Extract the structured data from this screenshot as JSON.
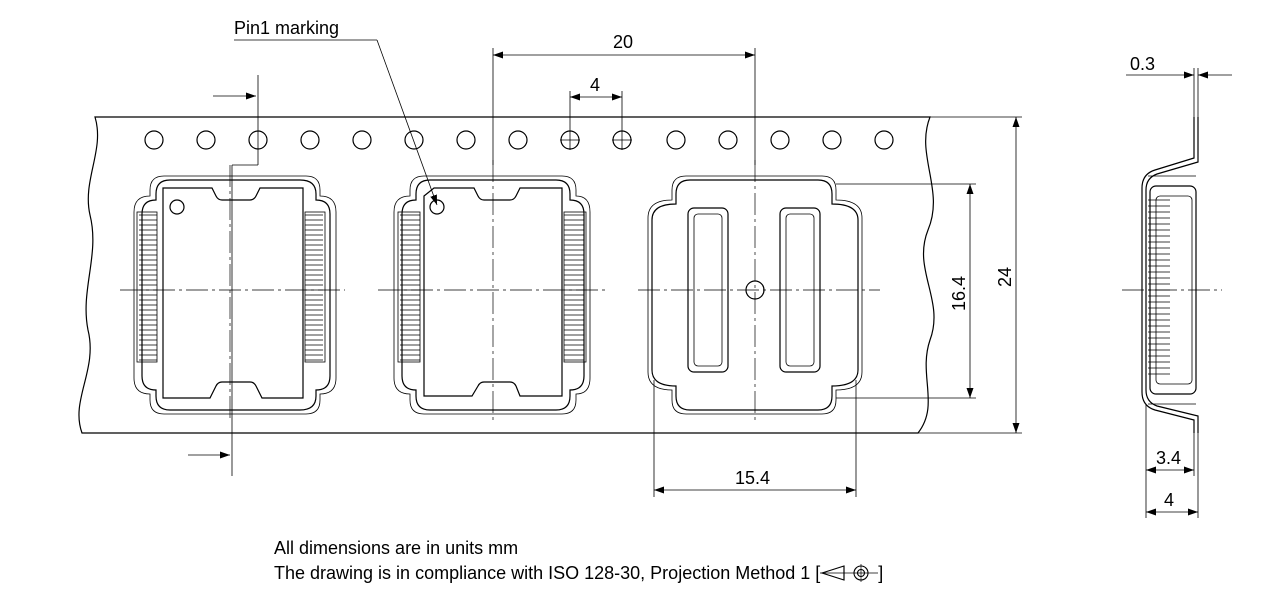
{
  "labels": {
    "pin1": "Pin1 marking",
    "pitch_pocket": "20",
    "pitch_hole": "4",
    "tape_width": "24",
    "cavity_length": "16.4",
    "cavity_width": "15.4",
    "tape_thickness": "0.3",
    "depth_inner": "3.4",
    "depth_outer": "4"
  },
  "notes": {
    "line1": "All dimensions are in units mm",
    "line2": "The drawing is in compliance with ISO 128-30, Projection Method 1 [",
    "line2_end": "]"
  },
  "symbols": {
    "projection": "first-angle-projection-icon"
  }
}
